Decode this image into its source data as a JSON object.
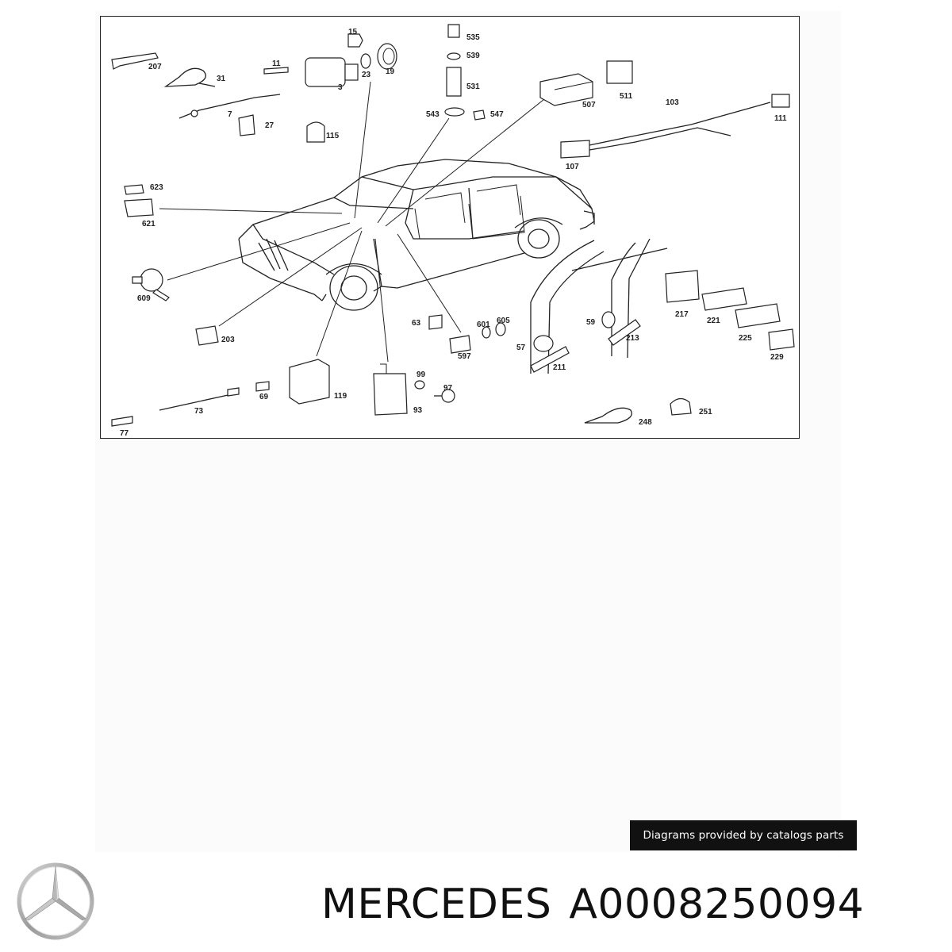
{
  "diagram": {
    "callouts": [
      "15",
      "207",
      "11",
      "31",
      "23",
      "19",
      "3",
      "7",
      "27",
      "115",
      "535",
      "539",
      "531",
      "543",
      "547",
      "507",
      "511",
      "103",
      "111",
      "107",
      "623",
      "621",
      "609",
      "203",
      "63",
      "601",
      "605",
      "597",
      "59",
      "57",
      "211",
      "213",
      "217",
      "221",
      "225",
      "229",
      "119",
      "99",
      "97",
      "93",
      "69",
      "73",
      "77",
      "248",
      "251"
    ]
  },
  "caption": "Diagrams provided by catalogs parts",
  "product": {
    "brand": "MERCEDES",
    "part_number": "A0008250094"
  },
  "logo": {
    "icon": "mercedes-star-icon"
  }
}
